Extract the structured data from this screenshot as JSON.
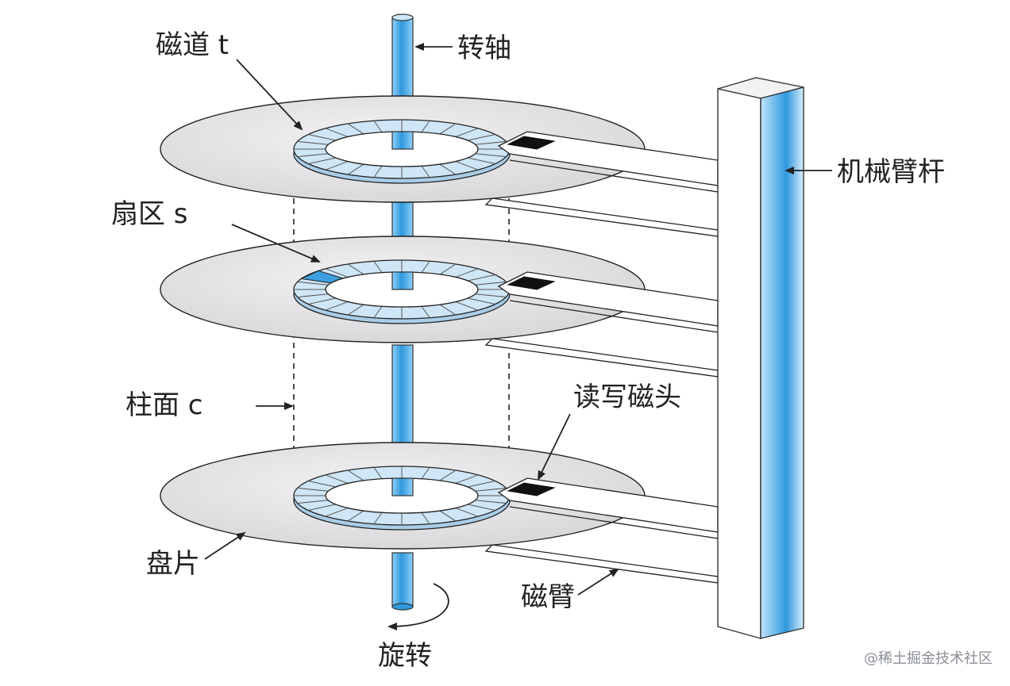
{
  "labels": {
    "track": "磁道 t",
    "spindle": "转轴",
    "arm_assembly": "机械臂杆",
    "sector": "扇区 s",
    "cylinder": "柱面 c",
    "rw_head": "读写磁头",
    "platter": "盘片",
    "arm": "磁臂",
    "rotation": "旋转"
  },
  "watermark": "@稀土掘金技术社区",
  "colors": {
    "platter_fill": "#e3e3e5",
    "track_fill": "#cfe6f6",
    "highlight_sector": "#3d9fe0",
    "spindle_blue": "#3aa0e0",
    "head_black": "#111111",
    "line": "#222222"
  }
}
